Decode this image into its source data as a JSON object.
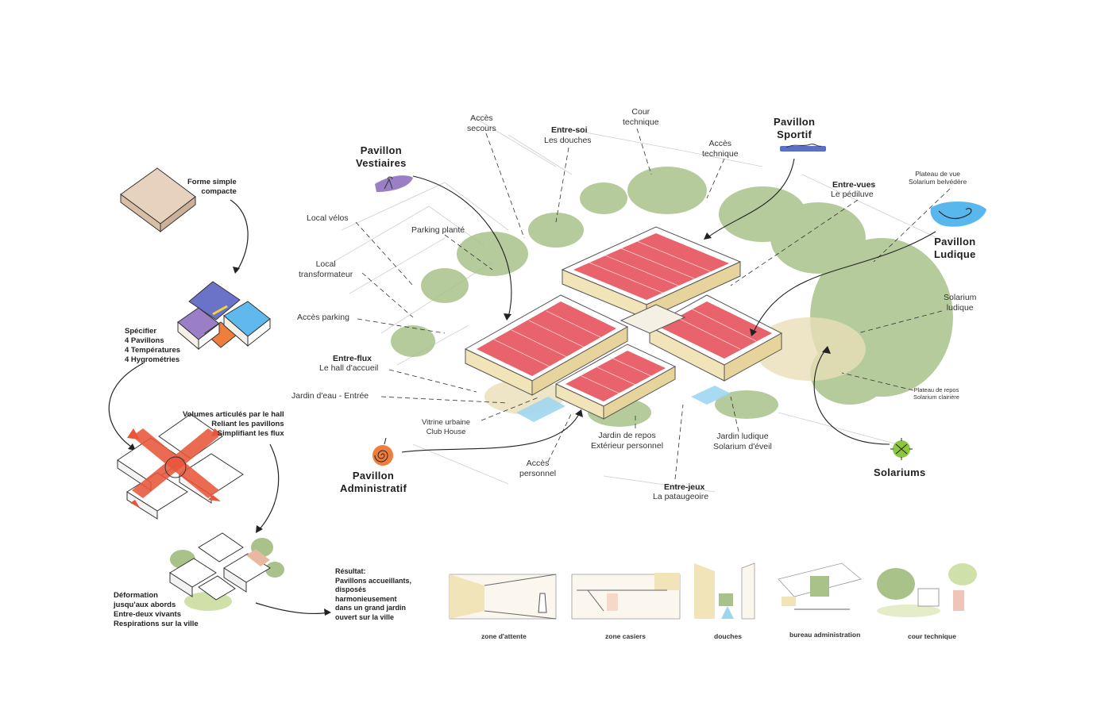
{
  "pavilions": {
    "vestiaires": "Pavillon\nVestiaires",
    "sportif": "Pavillon\nSportif",
    "ludique": "Pavillon\nLudique",
    "administratif": "Pavillon\nAdministratif",
    "solariums": "Solariums"
  },
  "labels": {
    "acces_secours": "Accès\nsecours",
    "entre_soi_title": "Entre-soi",
    "entre_soi_sub": "Les douches",
    "cour_technique": "Cour\ntechnique",
    "acces_technique": "Accès\ntechnique",
    "entre_vues_title": "Entre-vues",
    "entre_vues_sub": "Le pédiluve",
    "plateau_vue": "Plateau de vue\nSolarium belvédère",
    "local_velos": "Local vélos",
    "parking_plante": "Parking planté",
    "local_transfo": "Local\ntransformateur",
    "acces_parking": "Accès parking",
    "entre_flux_title": "Entre-flux",
    "entre_flux_sub": "Le hall d'accueil",
    "jardin_eau": "Jardin d'eau - Entrée",
    "vitrine": "Vitrine urbaine\nClub House",
    "jardin_repos": "Jardin de repos\nExtérieur personnel",
    "acces_personnel": "Accès\npersonnel",
    "entre_jeux_title": "Entre-jeux",
    "entre_jeux_sub": "La pataugeoire",
    "jardin_ludique": "Jardin ludique\nSolarium d'éveil",
    "solarium_ludique": "Solarium\nludique",
    "plateau_repos": "Plateau de repos\nSolarium clairière"
  },
  "steps": {
    "forme": "Forme simple\ncompacte",
    "specifier": "Spécifier\n4 Pavillons\n4 Températures\n4 Hygrométries",
    "volumes": "Volumes articulés par le hall\nReliant les pavillons\nSimplifiant les flux",
    "deformation": "Déformation\njusqu'aux abords\nEntre-deux vivants\nRespirations sur la ville",
    "resultat": "Résultat:\nPavillons accueillants,\ndisposés\nharmonieusement\ndans un grand jardin\nouvert sur la ville"
  },
  "sketches": [
    "zone d'attente",
    "zone casiers",
    "douches",
    "bureau administration",
    "cour technique"
  ],
  "colors": {
    "roof_red": "#e8636b",
    "vegetation": "#a9c28a",
    "vestiaires_purple": "#9b7fc4",
    "sportif_blue": "#5b6fc9",
    "ludique_cyan": "#58b7ec",
    "admin_orange": "#ef7d3b",
    "solarium_green": "#8cc63f",
    "hall_cross": "#e8553a"
  },
  "icons": {
    "vestiaires": "hanger-icon",
    "sportif": "swimmer-icon",
    "ludique": "splash-icon",
    "administratif": "spiral-icon",
    "solariums": "sun-icon"
  }
}
